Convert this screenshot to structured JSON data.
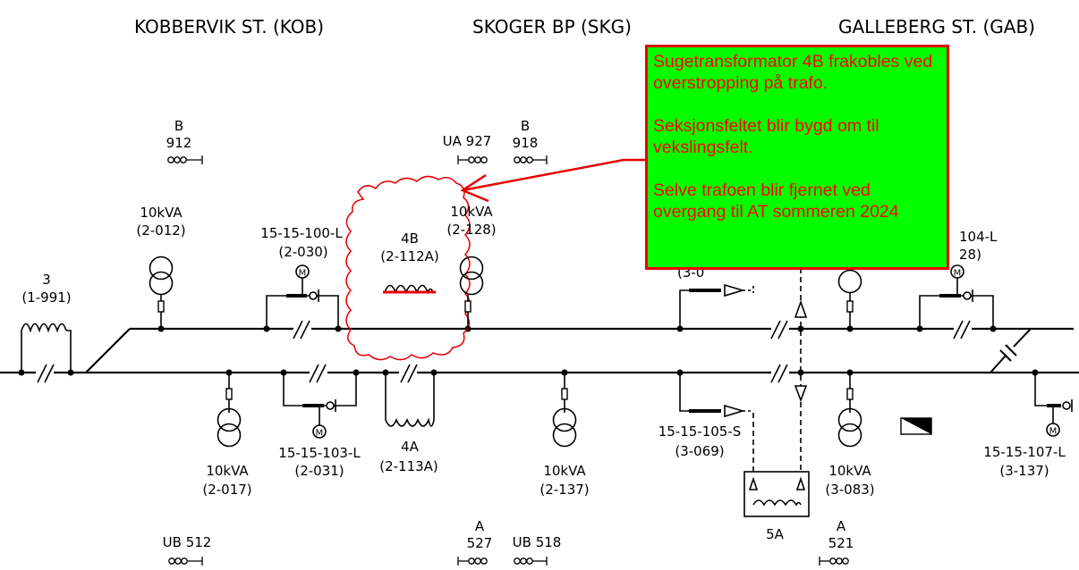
{
  "stations": [
    {
      "name": "KOBBERVIK ST. (KOB)"
    },
    {
      "name": "SKOGER BP (SKG)"
    },
    {
      "name": "GALLEBERG ST. (GAB)"
    }
  ],
  "callout": {
    "paragraphs": [
      "Sugetransformator 4B frakobles ved overstropping på trafo.",
      "Seksjonsfeltet blir bygd om til vekslingsfelt.",
      "Selve trafoen blir fjernet ved overgang til AT sommeren 2024"
    ]
  },
  "labels": {
    "b_912_a": "B",
    "b_912_b": "912",
    "ua_927": "UA 927",
    "b_918_a": "B",
    "b_918_b": "918",
    "ub_512": "UB 512",
    "a_527_a": "A",
    "a_527_b": "527",
    "ub_518": "UB 518",
    "a_521_a": "A",
    "a_521_b": "521",
    "tr3_a": "3",
    "tr3_b": "(1-991)",
    "t012_a": "10kVA",
    "t012_b": "(2-012)",
    "t017_a": "10kVA",
    "t017_b": "(2-017)",
    "t128_a": "10kVA",
    "t128_b": "(2-128)",
    "t137_a": "10kVA",
    "t137_b": "(2-137)",
    "t083_a": "10kVA",
    "t083_b": "(3-083)",
    "sw100_a": "15-15-100-L",
    "sw100_b": "(2-030)",
    "sw103_a": "15-15-103-L",
    "sw103_b": "(2-031)",
    "sw105_a": "15-15-105-S",
    "sw105_b": "(3-069)",
    "sw107_a": "15-15-107-L",
    "sw107_b": "(3-137)",
    "sw104_a": "104-L",
    "sw104_b": "28)",
    "partial_0": "(3-0",
    "tr4b_a": "4B",
    "tr4b_b": "(2-112A)",
    "tr4a_a": "4A",
    "tr4a_b": "(2-113A)",
    "tr5a": "5A",
    "motor": "M"
  },
  "colors": {
    "line": "#000000",
    "cloud": "#e60000",
    "callout_bg": "#00ff00",
    "callout_text": "#ff0000"
  }
}
